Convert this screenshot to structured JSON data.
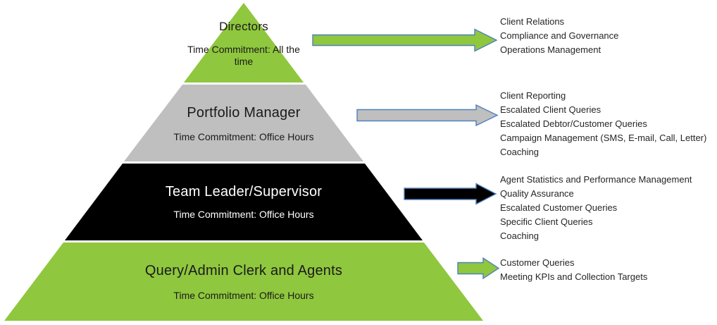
{
  "canvas": {
    "background": "#FFFFFF"
  },
  "colors": {
    "green": "#8FC73E",
    "gray": "#BFBFBF",
    "black": "#000000",
    "arrow_outline": "#4F81BD",
    "text_dark": "#262626",
    "text_light": "#FFFFFF"
  },
  "pyramid": {
    "tiers": [
      {
        "title": "Directors",
        "time_commitment": "Time Commitment: All the time",
        "responsibilities": [
          "Client Relations",
          "Compliance and Governance",
          "Operations Management"
        ]
      },
      {
        "title": "Portfolio Manager",
        "time_commitment": "Time Commitment: Office Hours",
        "responsibilities": [
          "Client Reporting",
          "Escalated Client Queries",
          "Escalated Debtor/Customer Queries",
          "Campaign Management (SMS, E-mail, Call, Letter)",
          "Coaching"
        ]
      },
      {
        "title": "Team Leader/Supervisor",
        "time_commitment": "Time Commitment: Office Hours",
        "responsibilities": [
          "Agent Statistics and Performance Management",
          "Quality Assurance",
          "Escalated Customer Queries",
          "Specific Client Queries",
          "Coaching"
        ]
      },
      {
        "title": "Query/Admin Clerk and Agents",
        "time_commitment": "Time Commitment: Office Hours",
        "responsibilities": [
          "Customer Queries",
          "Meeting KPIs and Collection Targets"
        ]
      }
    ]
  }
}
